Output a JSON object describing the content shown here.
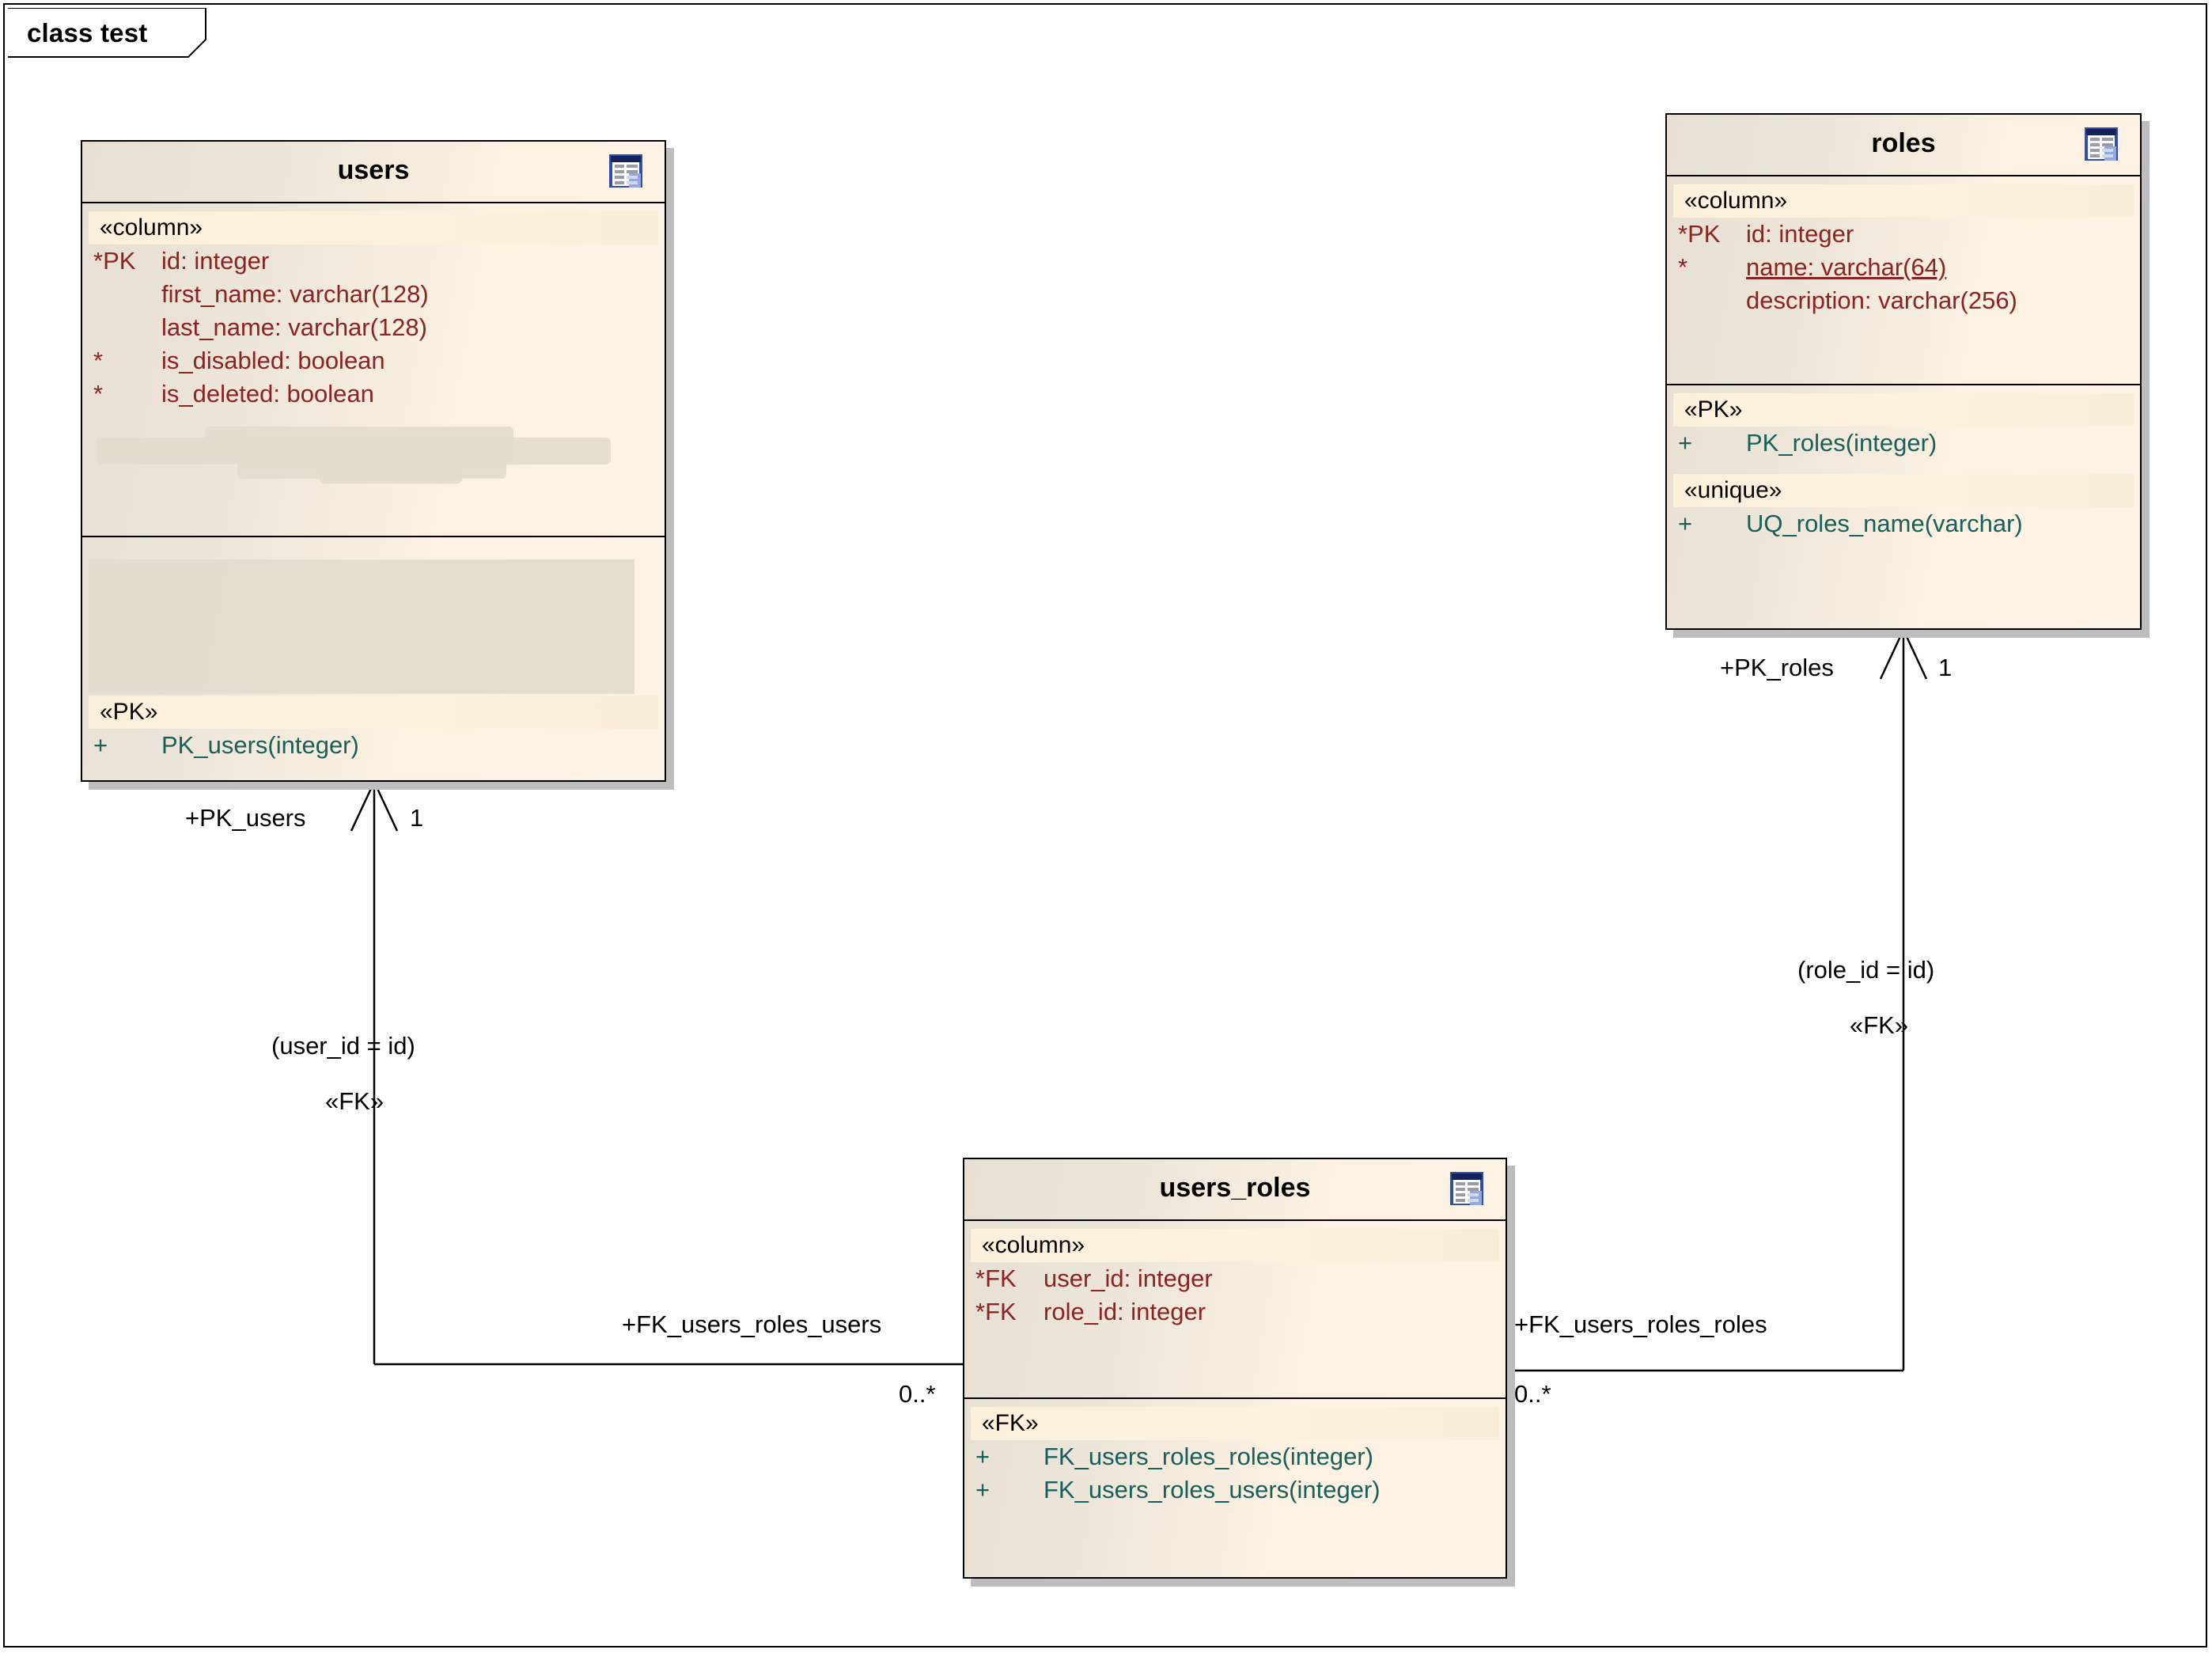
{
  "diagram": {
    "frame_label": "class test",
    "type": "uml-class-diagram"
  },
  "colors": {
    "class_fill_left": "#e7e0d2",
    "class_fill_right": "#fdf3e4",
    "stereotype_strip": "#fdf0db",
    "attribute_text": "#8c2222",
    "operation_text": "#18605b",
    "border": "#000000",
    "shadow": "#bdbdbd",
    "icon_blue": "#2f4fa8",
    "icon_navy": "#16205a"
  },
  "classes": {
    "users": {
      "name": "users",
      "icon": "table-icon",
      "compartments": [
        {
          "stereotype": "«column»",
          "rows": [
            {
              "mark": "*PK",
              "text": "id:  integer",
              "underlined": false
            },
            {
              "mark": "",
              "text": "first_name:  varchar(128)",
              "underlined": false
            },
            {
              "mark": "",
              "text": "last_name:  varchar(128)",
              "underlined": false
            },
            {
              "mark": "*",
              "text": "is_disabled:  boolean",
              "underlined": false
            },
            {
              "mark": "*",
              "text": "is_deleted:  boolean",
              "underlined": false
            }
          ],
          "redacted": true
        },
        {
          "stereotype": "«PK»",
          "rows": [
            {
              "mark": "+",
              "text": "PK_users(integer)",
              "kind": "operation"
            }
          ],
          "redacted": true
        }
      ]
    },
    "roles": {
      "name": "roles",
      "icon": "table-icon",
      "compartments": [
        {
          "stereotype": "«column»",
          "rows": [
            {
              "mark": "*PK",
              "text": "id:  integer",
              "underlined": false
            },
            {
              "mark": "*",
              "text": "name:  varchar(64)",
              "underlined": true
            },
            {
              "mark": "",
              "text": "description:  varchar(256)",
              "underlined": false
            }
          ]
        },
        {
          "stereotype": "«PK»",
          "rows": [
            {
              "mark": "+",
              "text": "PK_roles(integer)",
              "kind": "operation"
            }
          ]
        },
        {
          "stereotype": "«unique»",
          "rows": [
            {
              "mark": "+",
              "text": "UQ_roles_name(varchar)",
              "kind": "operation"
            }
          ]
        }
      ]
    },
    "users_roles": {
      "name": "users_roles",
      "icon": "table-icon",
      "compartments": [
        {
          "stereotype": "«column»",
          "rows": [
            {
              "mark": "*FK",
              "text": "user_id:  integer",
              "underlined": false
            },
            {
              "mark": "*FK",
              "text": "role_id:  integer",
              "underlined": false
            }
          ]
        },
        {
          "stereotype": "«FK»",
          "rows": [
            {
              "mark": "+",
              "text": "FK_users_roles_roles(integer)",
              "kind": "operation"
            },
            {
              "mark": "+",
              "text": "FK_users_roles_users(integer)",
              "kind": "operation"
            }
          ]
        }
      ]
    }
  },
  "associations": [
    {
      "id": "fk-users-roles-users",
      "source": "users_roles",
      "target": "users",
      "target_role": "+PK_users",
      "target_multiplicity": "1",
      "source_role": "+FK_users_roles_users",
      "source_multiplicity": "0..*",
      "constraint": "(user_id = id)",
      "stereotype": "«FK»",
      "arrow": "open-arrowhead"
    },
    {
      "id": "fk-users-roles-roles",
      "source": "users_roles",
      "target": "roles",
      "target_role": "+PK_roles",
      "target_multiplicity": "1",
      "source_role": "+FK_users_roles_roles",
      "source_multiplicity": "0..*",
      "constraint": "(role_id = id)",
      "stereotype": "«FK»",
      "arrow": "open-arrowhead"
    }
  ]
}
